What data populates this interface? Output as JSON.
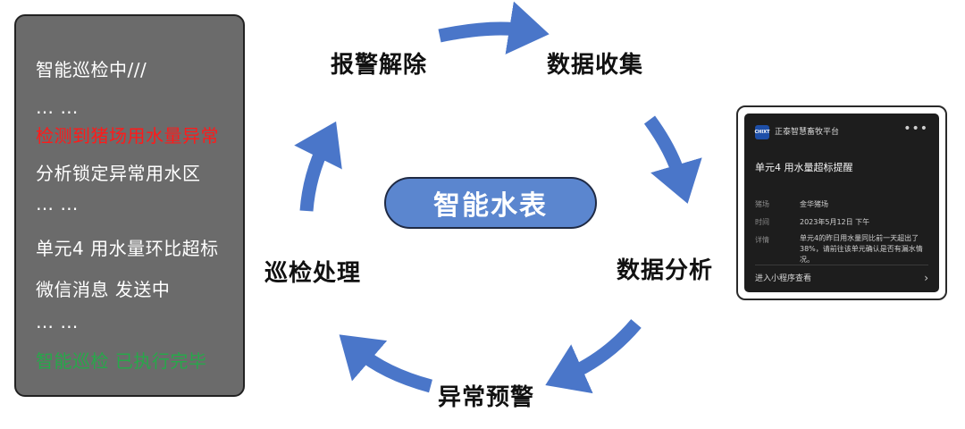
{
  "log_panel": {
    "lines": [
      "智能巡检中///",
      "… …",
      "检测到猪场用水量异常",
      "分析锁定异常用水区",
      "… …",
      "单元4 用水量环比超标",
      "微信消息 发送中",
      "… …",
      "智能巡检 已执行完毕"
    ]
  },
  "cycle": {
    "center": "智能水表",
    "stages": {
      "alarm_release": "报警解除",
      "data_collection": "数据收集",
      "data_analysis": "数据分析",
      "anomaly_warning": "异常预警",
      "inspection_handling": "巡检处理"
    },
    "arrow_color": "#4a76c9"
  },
  "phone_card": {
    "logo_text": "CHIXT",
    "app_name": "正泰智慧畜牧平台",
    "more": "•••",
    "title": "单元4 用水量超标提醒",
    "rows": {
      "farm_label": "猪场",
      "farm_value": "金华猪场",
      "time_label": "时间",
      "time_value": "2023年5月12日 下午",
      "detail_label": "详情",
      "detail_value": "单元4的昨日用水量同比前一天超出了38%，请前往该单元确认是否有漏水情况。"
    },
    "footer": "进入小程序查看",
    "chevron": "›"
  }
}
